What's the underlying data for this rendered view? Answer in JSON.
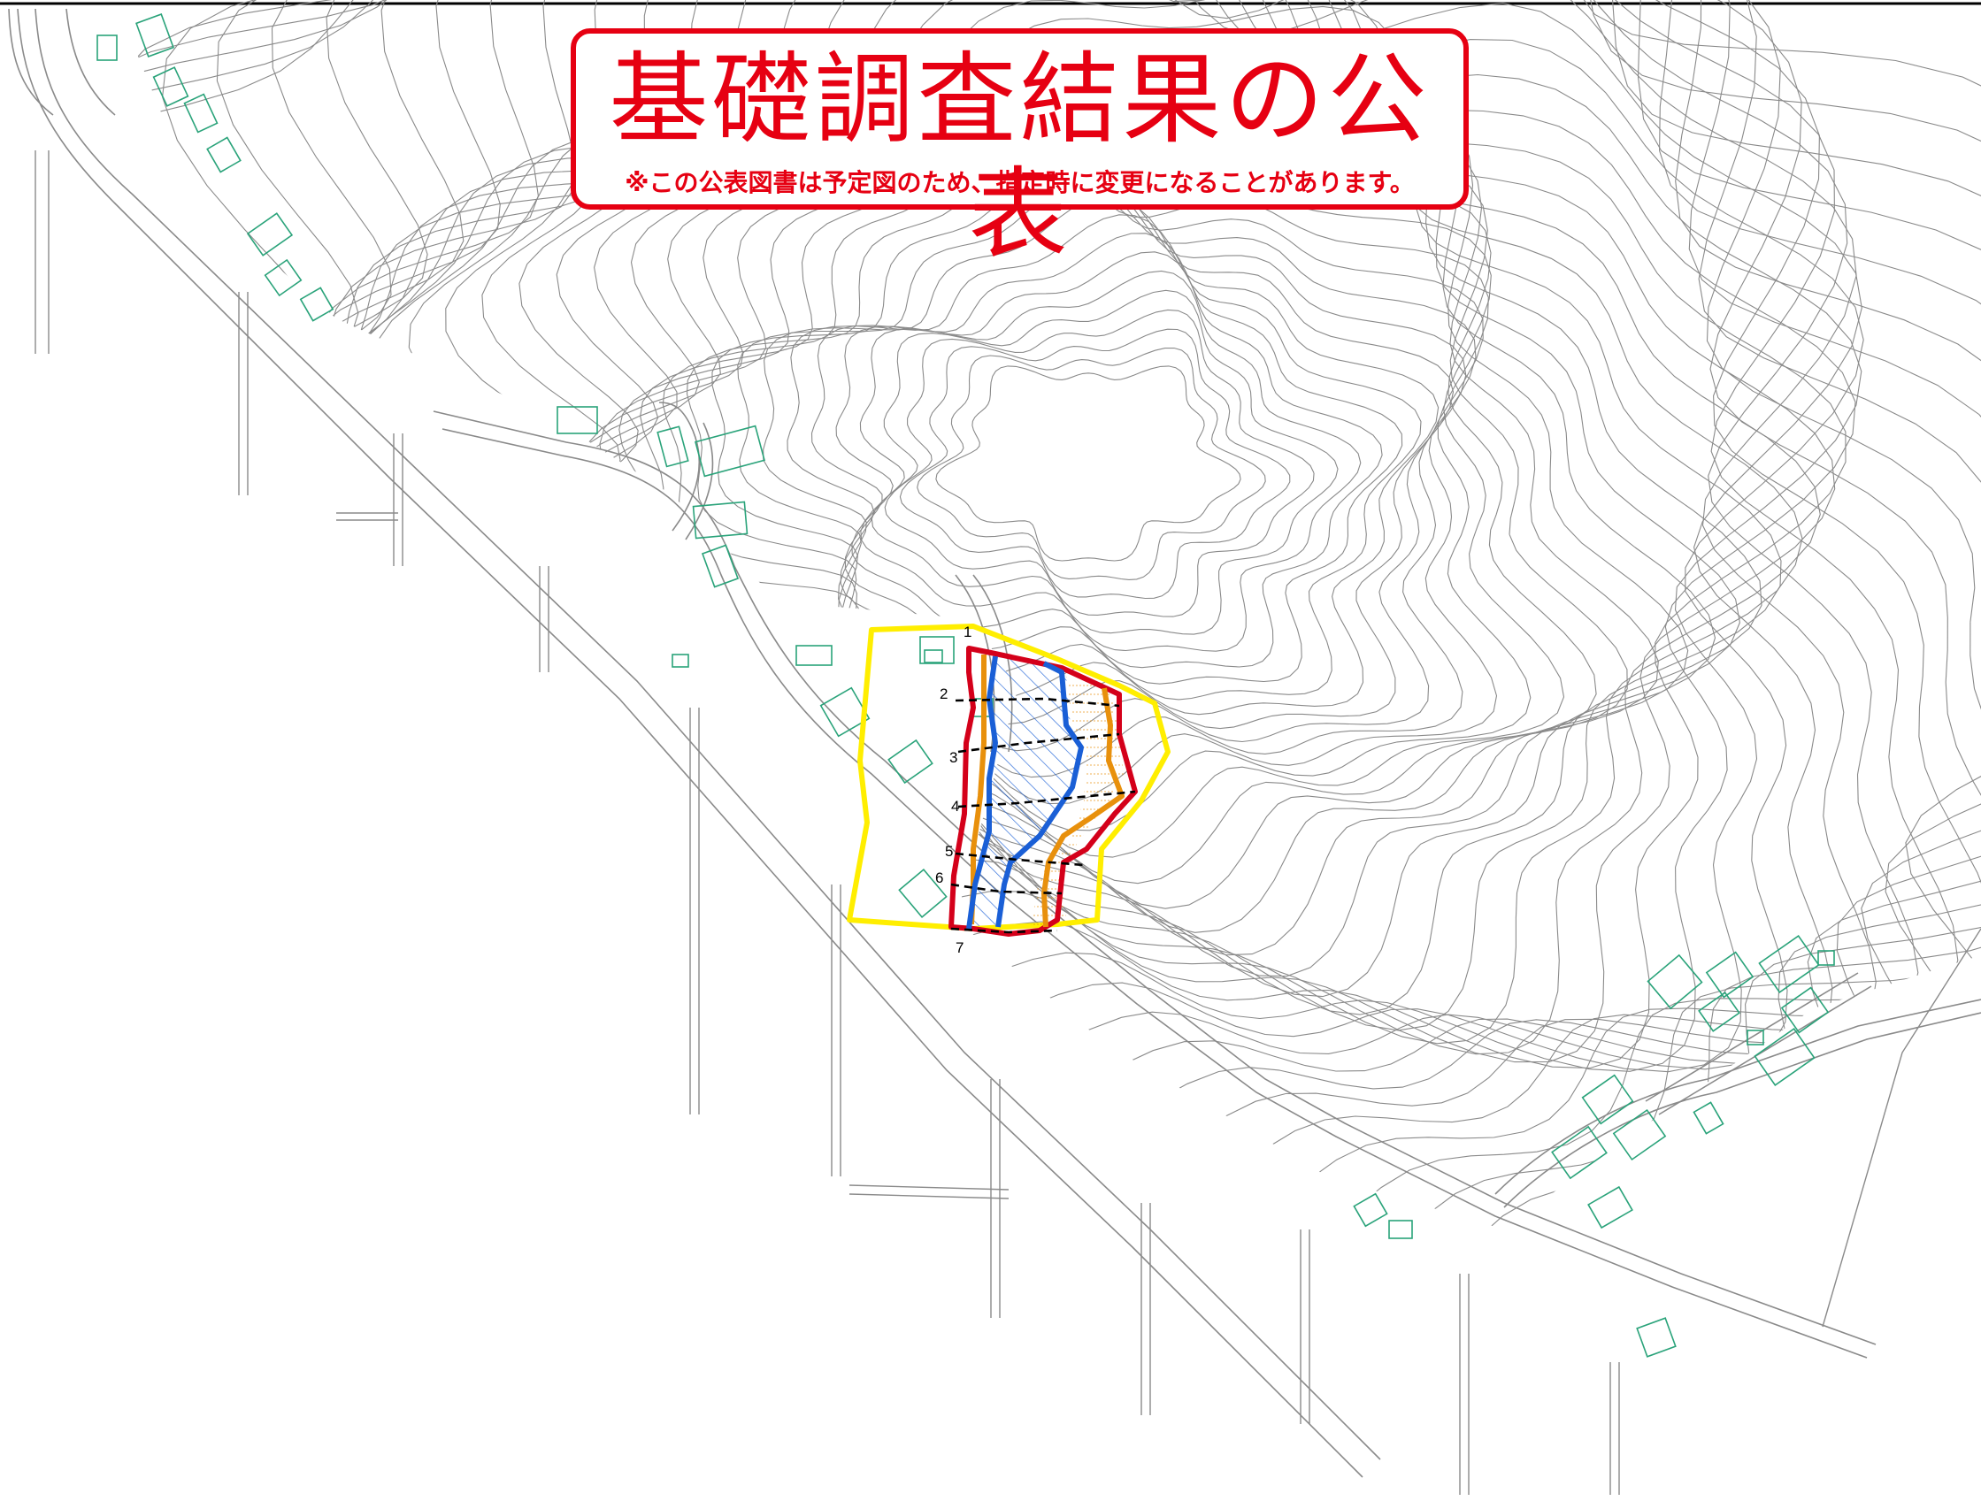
{
  "header": {
    "title": "基礎調査結果の公表",
    "note": "※この公表図書は予定図のため、指定時に変更になることがあります。"
  },
  "sections": [
    "1",
    "2",
    "3",
    "4",
    "5",
    "6",
    "7"
  ],
  "colors": {
    "accent_red": "#e60012",
    "boundary_yellow": "#ffee00",
    "zone_red": "#d4001a",
    "zone_orange": "#e8900c",
    "zone_blue": "#1a5fd6",
    "building_green": "#2aa37a",
    "contour_gray": "#7f7f7f"
  }
}
